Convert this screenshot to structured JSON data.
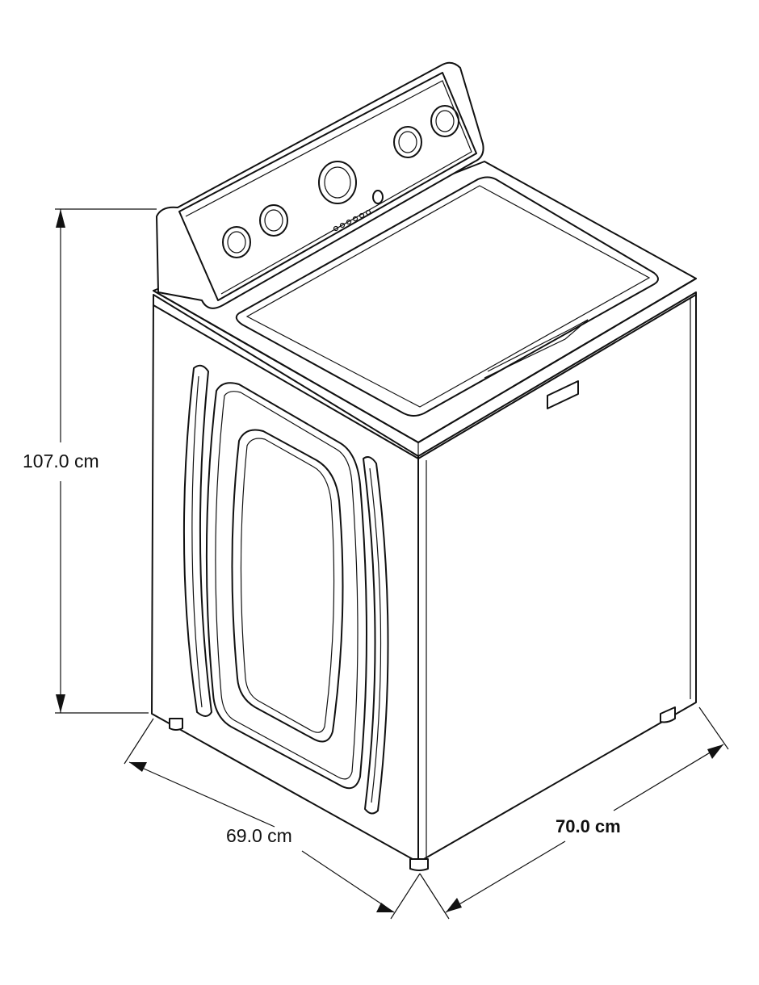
{
  "dimensions": {
    "height": "107.0 cm",
    "width": "69.0 cm",
    "depth": "70.0 cm"
  },
  "colors": {
    "line": "#111111",
    "background": "#ffffff"
  }
}
